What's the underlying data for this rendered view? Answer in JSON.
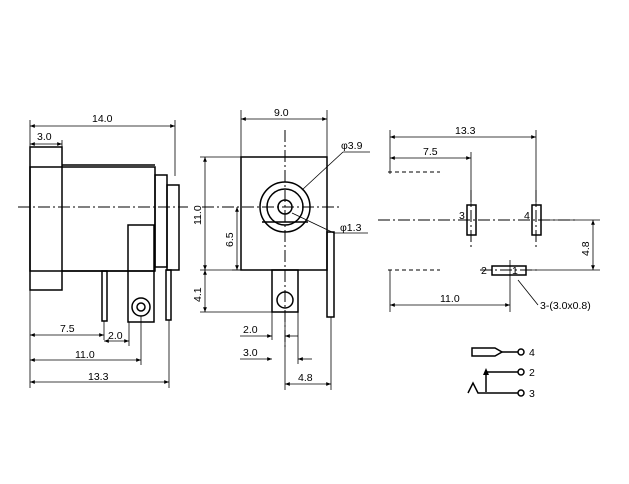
{
  "side_view": {
    "dim_overall_width": "14.0",
    "dim_barrel_width": "3.0",
    "dim_pin_offset_a": "7.5",
    "dim_pin_pitch": "2.0",
    "dim_pin_offset_b": "11.0",
    "dim_total_length": "13.3"
  },
  "front_view": {
    "dim_width": "9.0",
    "dim_height": "11.0",
    "dim_center_height": "6.5",
    "dim_pin_length": "4.1",
    "dim_outer_diameter": "φ3.9",
    "dim_pin_diameter": "φ1.3",
    "dim_pin_width": "2.0",
    "dim_pin_width_b": "3.0",
    "dim_pin_offset": "4.8"
  },
  "footprint_view": {
    "dim_total": "13.3",
    "dim_a": "7.5",
    "dim_b": "11.0",
    "dim_vertical": "4.8",
    "pad_label_1": "1",
    "pad_label_2": "2",
    "pad_label_3": "3",
    "pad_label_4": "4",
    "slot_note": "3-(3.0x0.8)"
  },
  "schematic": {
    "pin_4": "4",
    "pin_2": "2",
    "pin_3": "3"
  }
}
